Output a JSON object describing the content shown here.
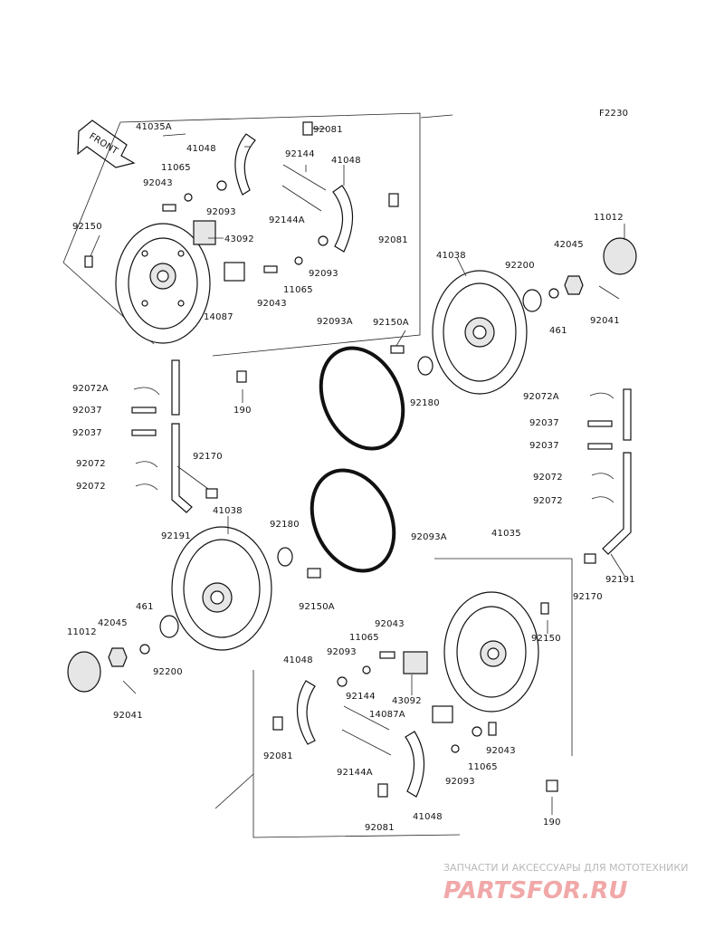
{
  "diagram_code": "F2230",
  "front_arrow_text": "FRONT",
  "watermark": {
    "subtitle": "ЗАПЧАСТИ И АКСЕССУАРЫ ДЛЯ МОТОТЕХНИКИ",
    "brand": "PARTSFOR.RU"
  },
  "callouts": [
    "41035A",
    "92081",
    "41048",
    "92144",
    "41048",
    "11065",
    "92043",
    "92093",
    "92144A",
    "92081",
    "92150",
    "43092",
    "14087",
    "92043",
    "11065",
    "92093",
    "41038",
    "92200",
    "42045",
    "11012",
    "461",
    "92041",
    "92093A",
    "92150A",
    "190",
    "92180",
    "92072A",
    "92037",
    "92037",
    "92072",
    "92072",
    "92170",
    "92072A",
    "92037",
    "92037",
    "92072",
    "92072",
    "41038",
    "92191",
    "92180",
    "92093A",
    "41035",
    "92150A",
    "461",
    "42045",
    "11012",
    "92200",
    "92041",
    "92043",
    "11065",
    "92150",
    "41048",
    "92093",
    "92144",
    "43092",
    "14087A",
    "92081",
    "92144A",
    "92093",
    "11065",
    "92043",
    "92081",
    "41048",
    "190",
    "92191",
    "92170"
  ]
}
